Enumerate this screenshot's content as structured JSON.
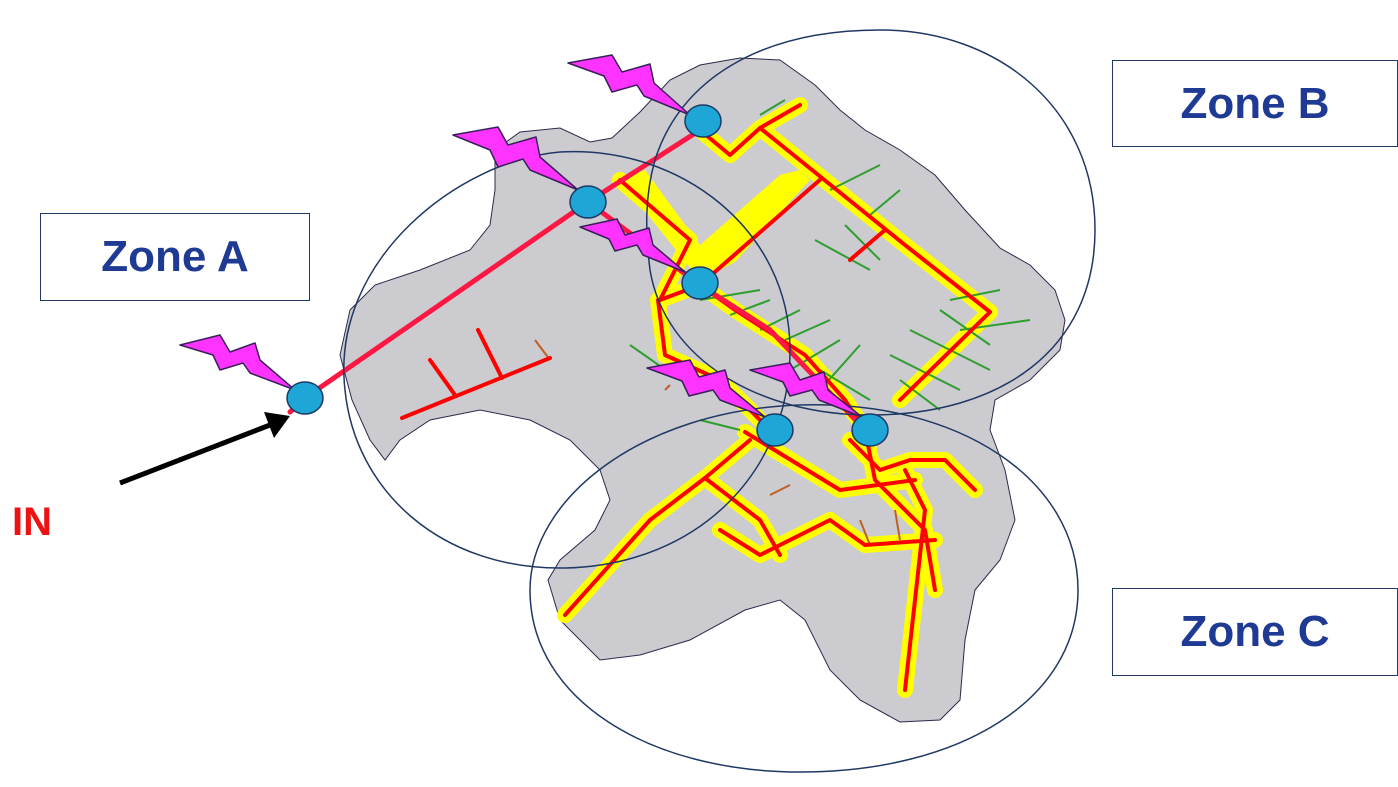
{
  "zones": {
    "a": {
      "label": "Zone A"
    },
    "b": {
      "label": "Zone B"
    },
    "c": {
      "label": "Zone C"
    }
  },
  "inlet": {
    "label": "IN"
  },
  "colors": {
    "background": "#ffffff",
    "district_area": "#cbcbd0",
    "main_pipe": "#ff1744",
    "highlight": "#ffff00",
    "branch_pipe": "#ff0000",
    "service_line": "#2e9e2e",
    "service_line_alt": "#c06020",
    "sensor_node": "#1ea7d6",
    "lightning_icon": "#ff33ff",
    "zone_circle": "#1f3864",
    "zone_text": "#1f3a93",
    "in_text": "#ee1111",
    "in_arrow": "#000000"
  },
  "icons": [
    "lightning-icon",
    "sensor-node-icon",
    "arrow-icon"
  ]
}
